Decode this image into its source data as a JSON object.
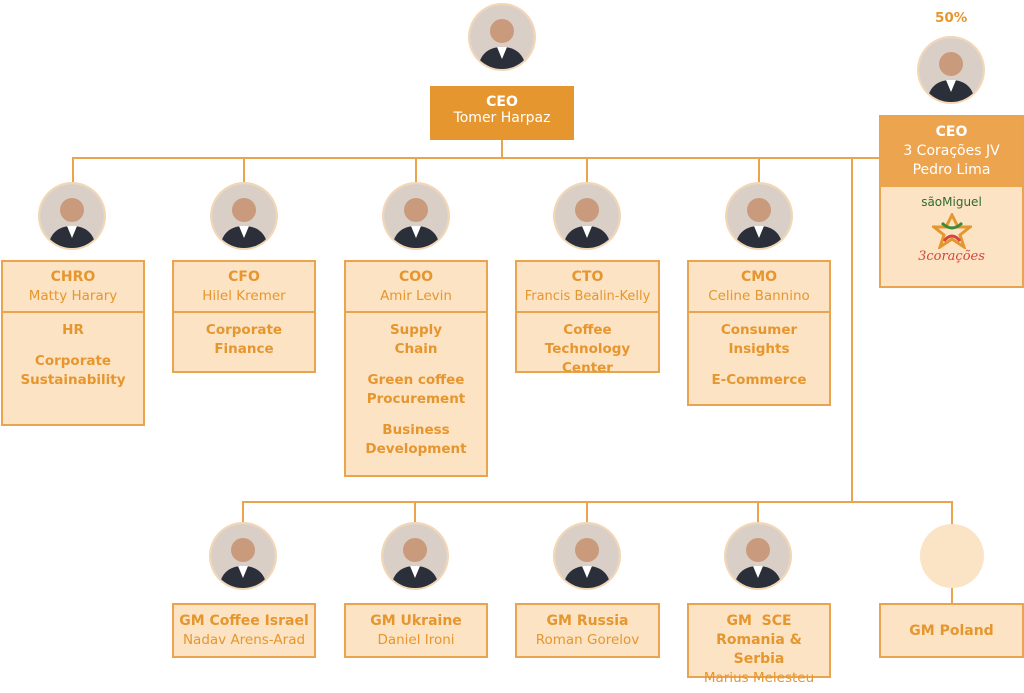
{
  "ceo": {
    "role": "CEO",
    "name": "Tomer Harpaz"
  },
  "jv": {
    "stake": "50%",
    "role": "CEO",
    "org": "3 Corações JV",
    "name": "Pedro Lima",
    "logo_sao_miguel": "sãoMiguel",
    "logo_3coracoes": "3corações"
  },
  "executives": [
    {
      "role": "CHRO",
      "name": "Matty Harary",
      "depts": [
        "HR",
        "Corporate Sustainability"
      ]
    },
    {
      "role": "CFO",
      "name": "Hilel Kremer",
      "depts": [
        "Corporate Finance"
      ]
    },
    {
      "role": "COO",
      "name": "Amir Levin",
      "depts": [
        "Supply Chain",
        "Green coffee Procurement",
        "Business Development"
      ]
    },
    {
      "role": "CTO",
      "name": "Francis Bealin-Kelly",
      "depts": [
        "Coffee Technology Center"
      ]
    },
    {
      "role": "CMO",
      "name": "Celine Bannino",
      "depts": [
        "Consumer Insights",
        "E-Commerce"
      ]
    }
  ],
  "general_managers": [
    {
      "role": "GM Coffee Israel",
      "name": "Nadav Arens-Arad"
    },
    {
      "role": "GM Ukraine",
      "name": "Daniel Ironi"
    },
    {
      "role": "GM Russia",
      "name": "Roman Gorelov"
    },
    {
      "role": "GM  SCE",
      "role2": "Romania & Serbia",
      "name": "Marius Melesteu"
    },
    {
      "role": "GM Poland"
    }
  ],
  "colors": {
    "accent": "#e6962f",
    "box_fill": "#fce3c3",
    "line": "#eaa34f"
  }
}
